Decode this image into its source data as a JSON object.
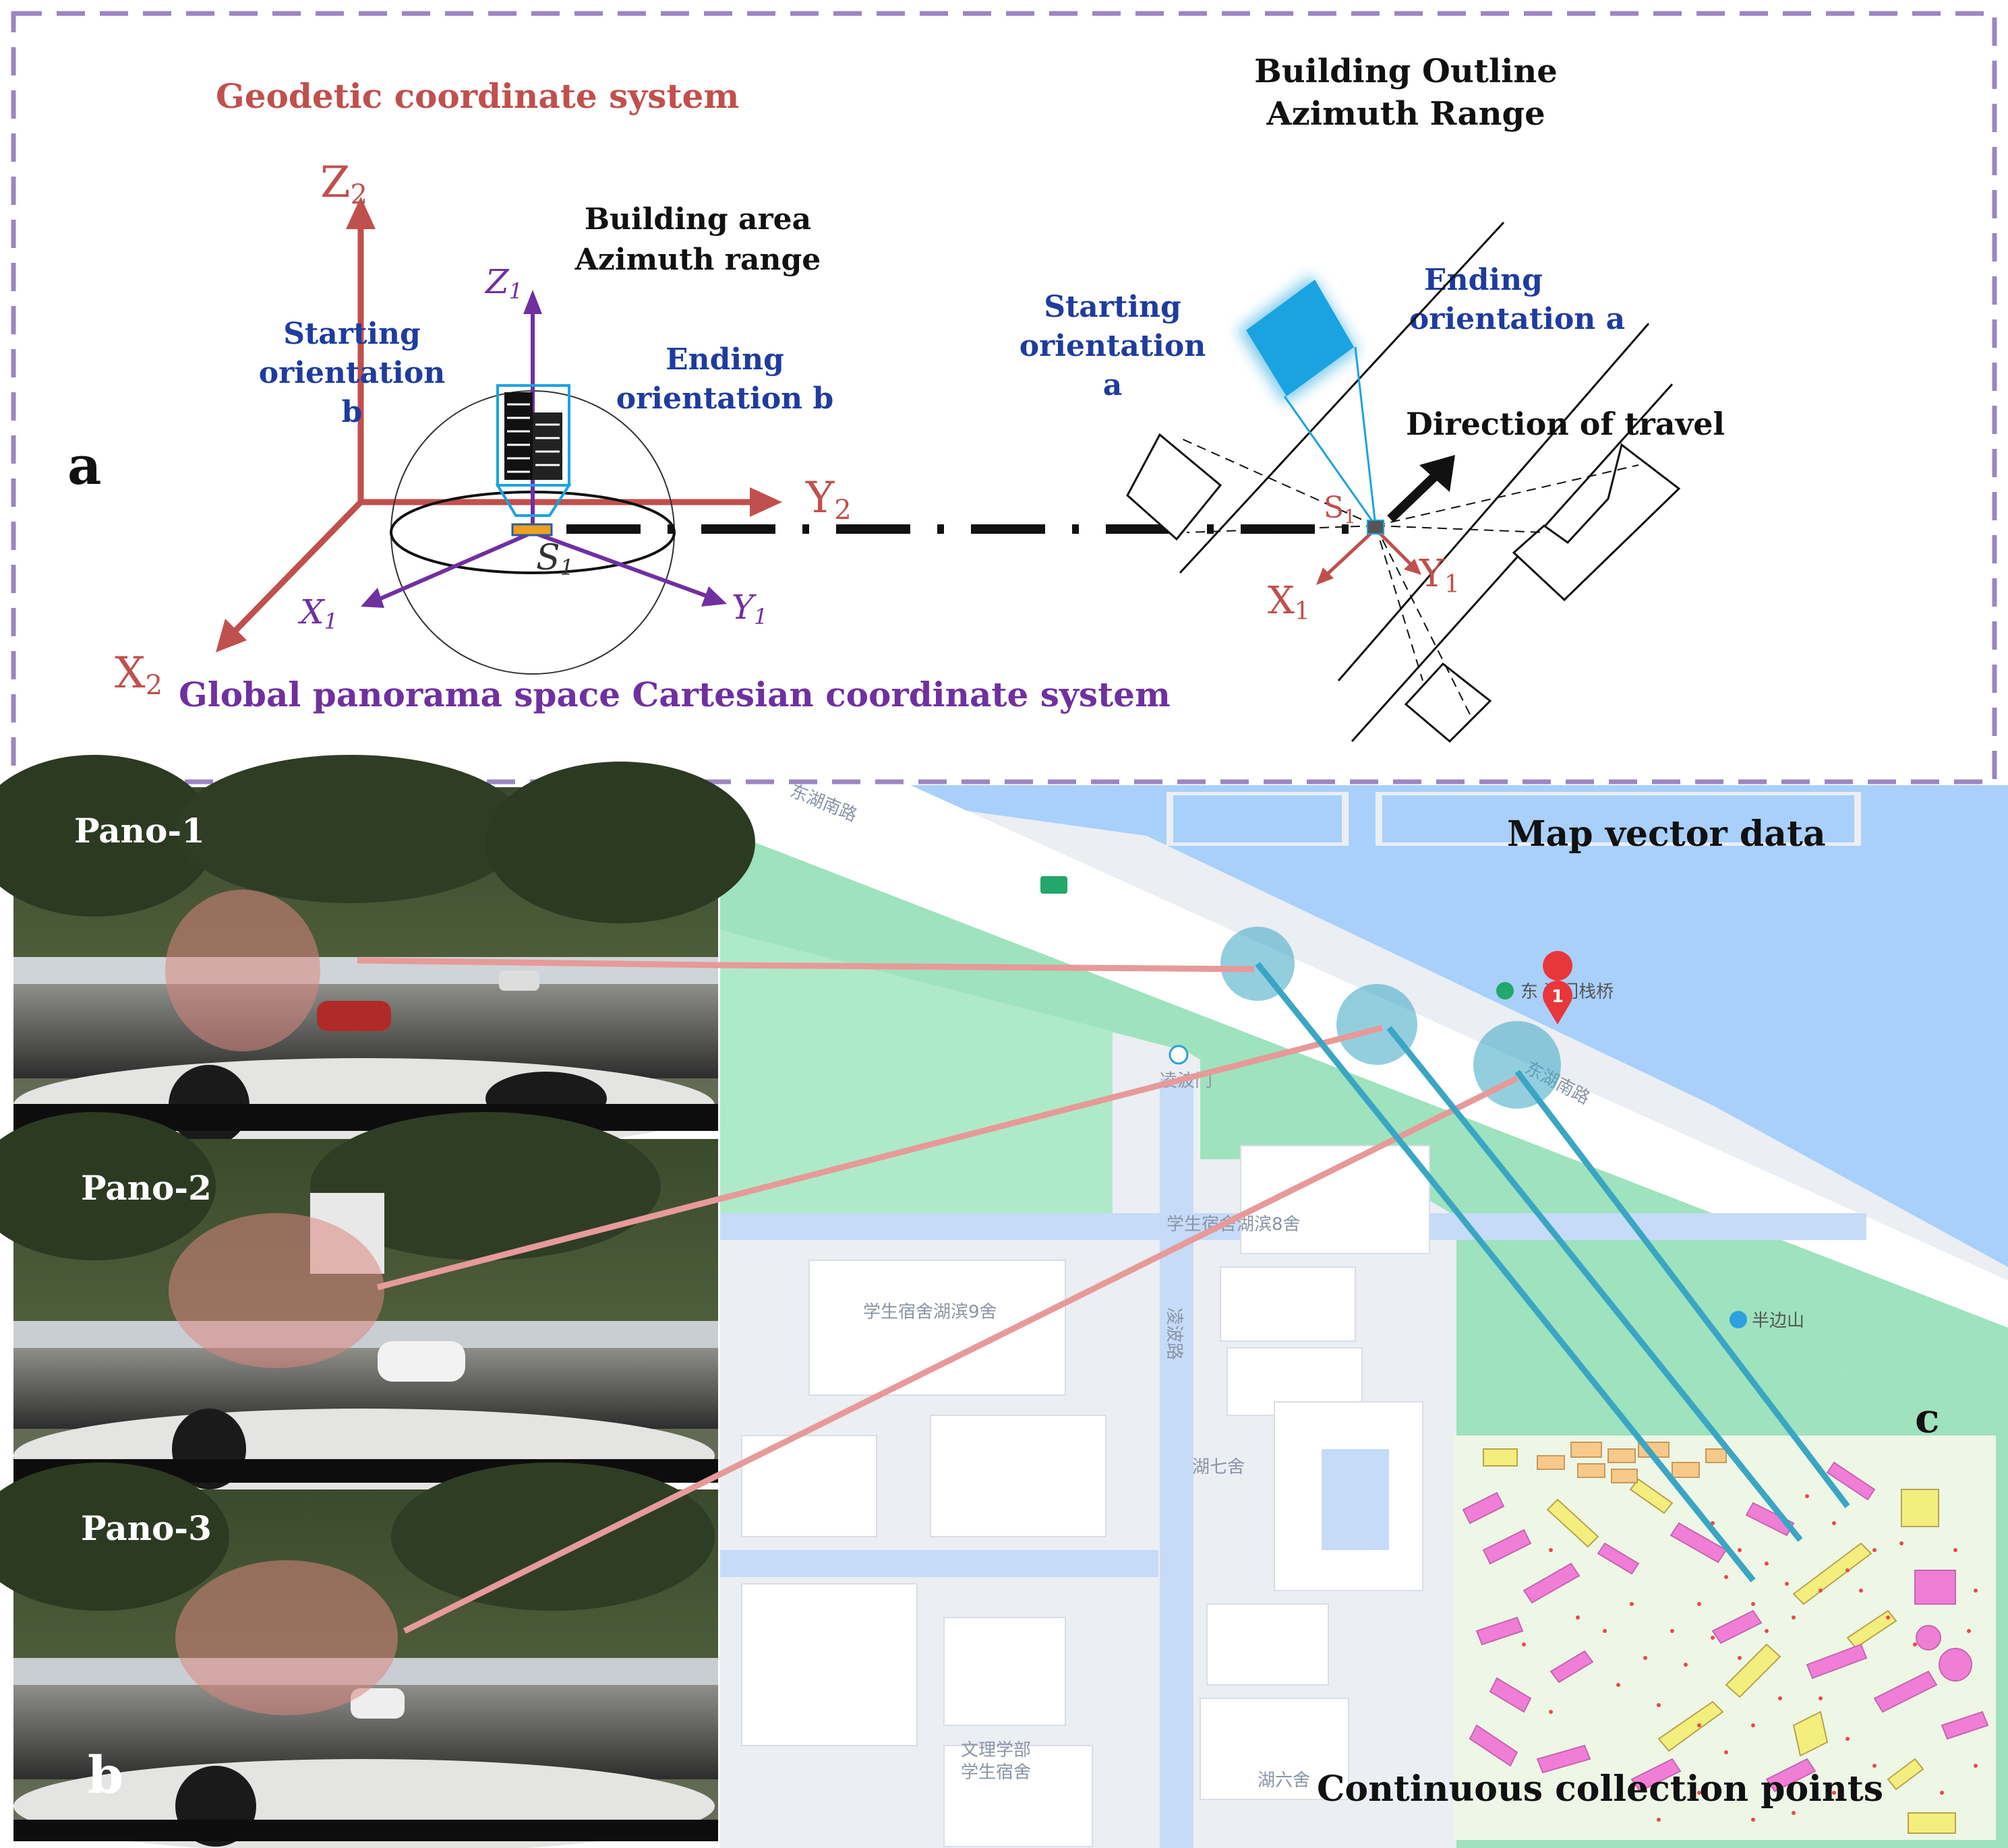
{
  "panel_a": {
    "letter": "a",
    "geodetic_title": "Geodetic coordinate system",
    "global_title": "Global panorama space Cartesian coordinate system",
    "building_area_line1": "Building area",
    "building_area_line2": "Azimuth range",
    "start_b_line1": "Starting",
    "start_b_line2": "orientation",
    "start_b_line3": "b",
    "end_b_line1": "Ending",
    "end_b_line2": "orientation  b",
    "outline_title_line1": "Building Outline",
    "outline_title_line2": "Azimuth Range",
    "start_a_line1": "Starting",
    "start_a_line2": "orientation",
    "start_a_line3": "a",
    "end_a_line1": "Ending",
    "end_a_line2": "orientation  a",
    "direction_label": "Direction of travel",
    "axes": {
      "z2": "Z",
      "z2_sub": "2",
      "y2": "Y",
      "y2_sub": "2",
      "x2": "X",
      "x2_sub": "2",
      "z1": "Z",
      "z1_sub": "1",
      "x1": "X",
      "x1_sub": "1",
      "y1": "Y",
      "y1_sub": "1",
      "s1": "S",
      "s1_sub": "1",
      "x1r": "X",
      "x1r_sub": "1",
      "y1r": "Y",
      "y1r_sub": "1",
      "s1r": "S",
      "s1r_sub": "1"
    }
  },
  "panel_b": {
    "letter": "b",
    "pano1": "Pano-1",
    "pano2": "Pano-2",
    "pano3": "Pano-3"
  },
  "panel_c": {
    "letter": "c",
    "map_title": "Map vector data",
    "inset_caption": "Continuous collection points",
    "map_labels": {
      "road_top": "东湖南路",
      "bridge": "东   波门栈桥",
      "bus_stop": "凌波门",
      "dorm_a": "学生宿舍湖滨8舍",
      "dorm_b": "学生宿舍湖滨9舍",
      "road_side": "凌波路",
      "road_right": "东湖南路",
      "hill": "半边山",
      "dorm_c": "湖七舍",
      "school": "文理学部",
      "school2": "学生宿舍",
      "dorm_d": "湖六舍",
      "marker": "1"
    }
  },
  "colors": {
    "axis_red": "#c0504d",
    "axis_purple": "#7030a0",
    "label_blue": "#1f3c9e",
    "frame_dash": "#9b86c2",
    "highlight_blue": "#1aa3e0",
    "link_pink": "#e69a99",
    "link_teal": "#3aa6c4",
    "water": "#a8d0fb",
    "green": "#9ee3bd",
    "building_pink": "#f07ed6",
    "building_yellow": "#f4ee7e"
  }
}
